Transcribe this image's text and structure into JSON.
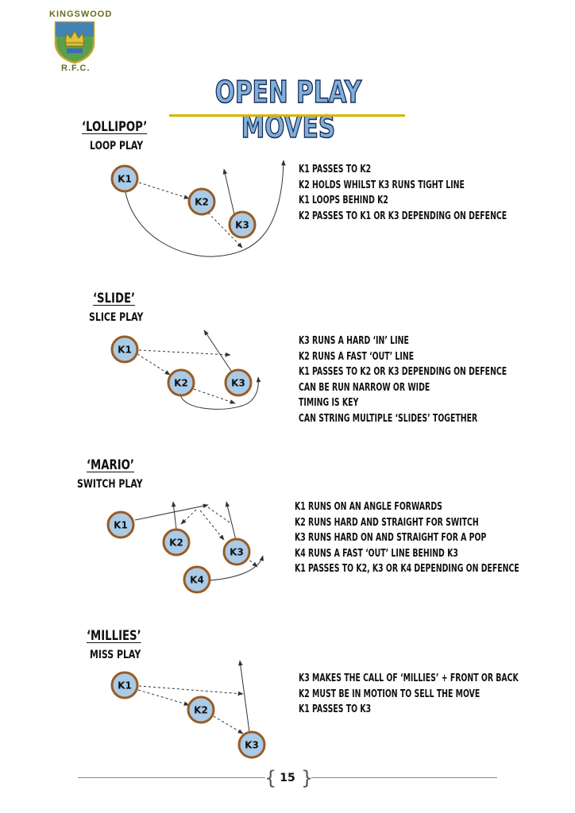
{
  "header": {
    "club_top": "KINGSWOOD",
    "club_bottom": "R.F.C.",
    "logo_icon": "club-crest-icon",
    "title": "OPEN PLAY MOVES",
    "title_fill": "#7fb0dc",
    "title_stroke": "#1b2c57",
    "rule_color": "#d9b300"
  },
  "colors": {
    "node_fill": "#a9cbe8",
    "node_ring": "#9a5b22"
  },
  "moves": [
    {
      "name": "‘LOLLIPOP’",
      "subtitle": "LOOP PLAY",
      "notes": [
        "K1 PASSES TO K2",
        "K2 HOLDS WHILST K3 RUNS TIGHT LINE",
        "K1 LOOPS BEHIND K2",
        "K2 PASSES TO K1 OR K3 DEPENDING ON DEFENCE"
      ],
      "players": [
        "K1",
        "K2",
        "K3"
      ]
    },
    {
      "name": "‘SLIDE’",
      "subtitle": "SLICE PLAY",
      "notes": [
        "K3 RUNS A HARD ‘IN’ LINE",
        "K2 RUNS A FAST ‘OUT’ LINE",
        "K1 PASSES TO K2 OR K3 DEPENDING ON DEFENCE",
        "CAN BE RUN NARROW OR WIDE",
        "TIMING IS KEY",
        "CAN STRING MULTIPLE ‘SLIDES’ TOGETHER"
      ],
      "players": [
        "K1",
        "K2",
        "K3"
      ]
    },
    {
      "name": "‘MARIO’",
      "subtitle": "SWITCH PLAY",
      "notes": [
        "K1 RUNS ON AN ANGLE FORWARDS",
        "K2 RUNS HARD AND STRAIGHT FOR SWITCH",
        "K3 RUNS HARD ON AND STRAIGHT FOR A POP",
        "K4 RUNS A FAST ‘OUT’ LINE BEHIND K3",
        "K1 PASSES TO K2, K3 OR K4 DEPENDING ON DEFENCE"
      ],
      "players": [
        "K1",
        "K2",
        "K3",
        "K4"
      ]
    },
    {
      "name": "‘MILLIES’",
      "subtitle": "MISS PLAY",
      "notes": [
        "K3 MAKES THE CALL OF ‘MILLIES’ + FRONT OR BACK",
        "K2 MUST BE IN MOTION TO SELL THE MOVE",
        "K1 PASSES TO K3"
      ],
      "players": [
        "K1",
        "K2",
        "K3"
      ]
    }
  ],
  "footer": {
    "page_number": "15"
  }
}
